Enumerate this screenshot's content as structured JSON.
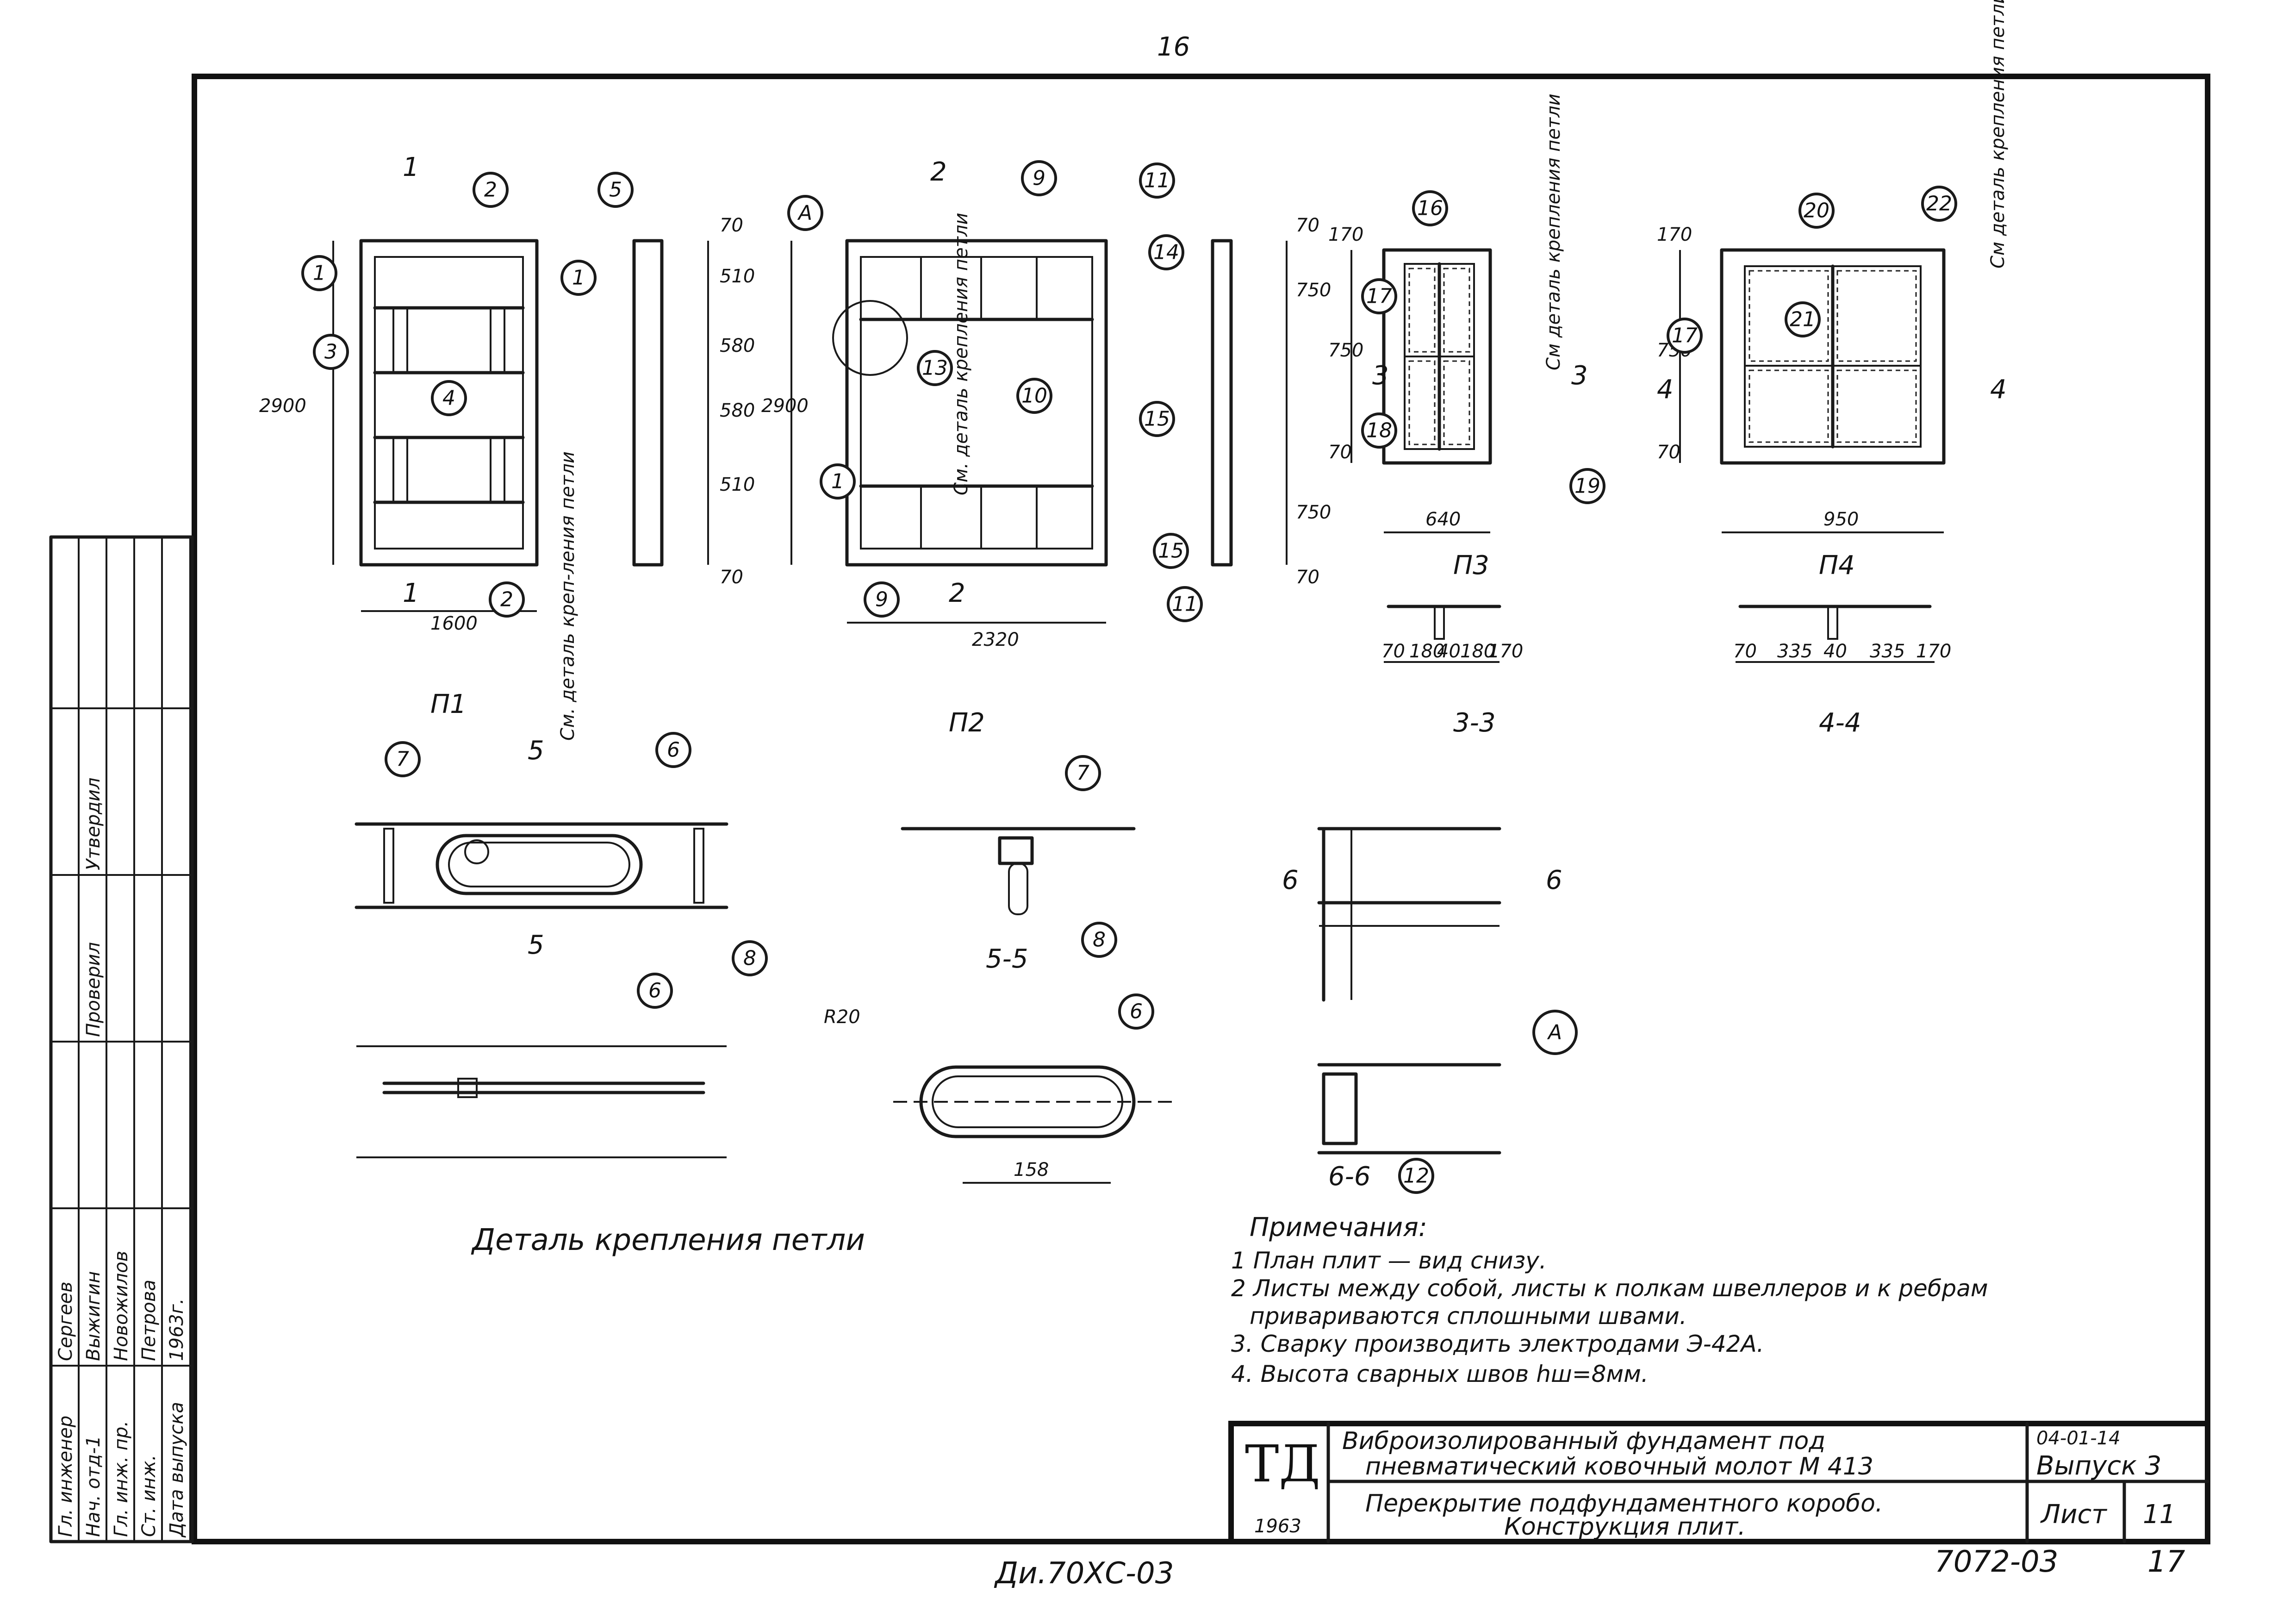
{
  "page_number_top": "16",
  "page_number_bottom_right": "17",
  "bottom_code": "Ди.70ХС-03",
  "bottom_right_code": "7072-03",
  "plates": {
    "p1": {
      "label": "П1",
      "width": "1600",
      "height": "2900",
      "side_dims": [
        "70",
        "510",
        "580",
        "580",
        "510",
        "70"
      ],
      "section_mark": "1",
      "note": "См. деталь креп-ления петли"
    },
    "p2": {
      "label": "П2",
      "width": "2320",
      "height": "2900",
      "side_dims": [
        "70",
        "750",
        "750",
        "70"
      ],
      "section_mark": "2",
      "note": "См. деталь крепления петли"
    },
    "p3": {
      "label": "П3",
      "width": "640",
      "side_dims": [
        "170",
        "750",
        "70"
      ],
      "section_mark": "3",
      "section_title": "3-3",
      "section_dims": [
        "70",
        "180",
        "40",
        "180",
        "170"
      ],
      "note": "См деталь крепления петли"
    },
    "p4": {
      "label": "П4",
      "width": "950",
      "side_dims": [
        "170",
        "750",
        "70"
      ],
      "section_mark": "4",
      "section_title": "4-4",
      "section_dims": [
        "70",
        "335",
        "40",
        "335",
        "170"
      ],
      "note": "См деталь крепления петли"
    }
  },
  "callouts": [
    "1",
    "2",
    "3",
    "4",
    "5",
    "6",
    "7",
    "8",
    "9",
    "10",
    "11",
    "12",
    "13",
    "14",
    "15",
    "16",
    "17",
    "18",
    "19",
    "20",
    "21",
    "22",
    "A"
  ],
  "detail": {
    "title": "Деталь крепления петли",
    "section_5_5": "5-5",
    "section_5": "5",
    "section_6_6": "6-6",
    "section_6": "6",
    "radius": "R20",
    "loop_length": "158"
  },
  "notes": {
    "heading": "Примечания:",
    "items": [
      "1 План плит — вид снизу.",
      "2 Листы между собой, листы к полкам швеллеров и к ребрам",
      "привариваются сплошными швами.",
      "3. Сварку производить электродами Э-42А.",
      "4. Высота сварных швов  hш=8мм."
    ]
  },
  "title_block": {
    "logo": "ТД",
    "year": "1963",
    "title_line1": "Виброизолированный фундамент под",
    "title_line2": "пневматический ковочный молот М 413",
    "subtitle_line1": "Перекрытие подфундаментного коробо.",
    "subtitle_line2": "Конструкция плит.",
    "code": "04-01-14",
    "issue": "Выпуск 3",
    "sheet_label": "Лист",
    "sheet_number": "11"
  },
  "stamp": {
    "rows": [
      {
        "role": "Гл. инженер",
        "name": "Сергеев"
      },
      {
        "role": "Нач. отд-1",
        "name": "Выжигин"
      },
      {
        "role": "Гл. инж. пр.",
        "name": "Новожилов"
      },
      {
        "role": "Ст. инж.",
        "name": "Петрова"
      },
      {
        "role": "Дата выпуска",
        "name": "1963г."
      }
    ],
    "side_labels": [
      "Утвердил",
      "Проверил"
    ]
  }
}
